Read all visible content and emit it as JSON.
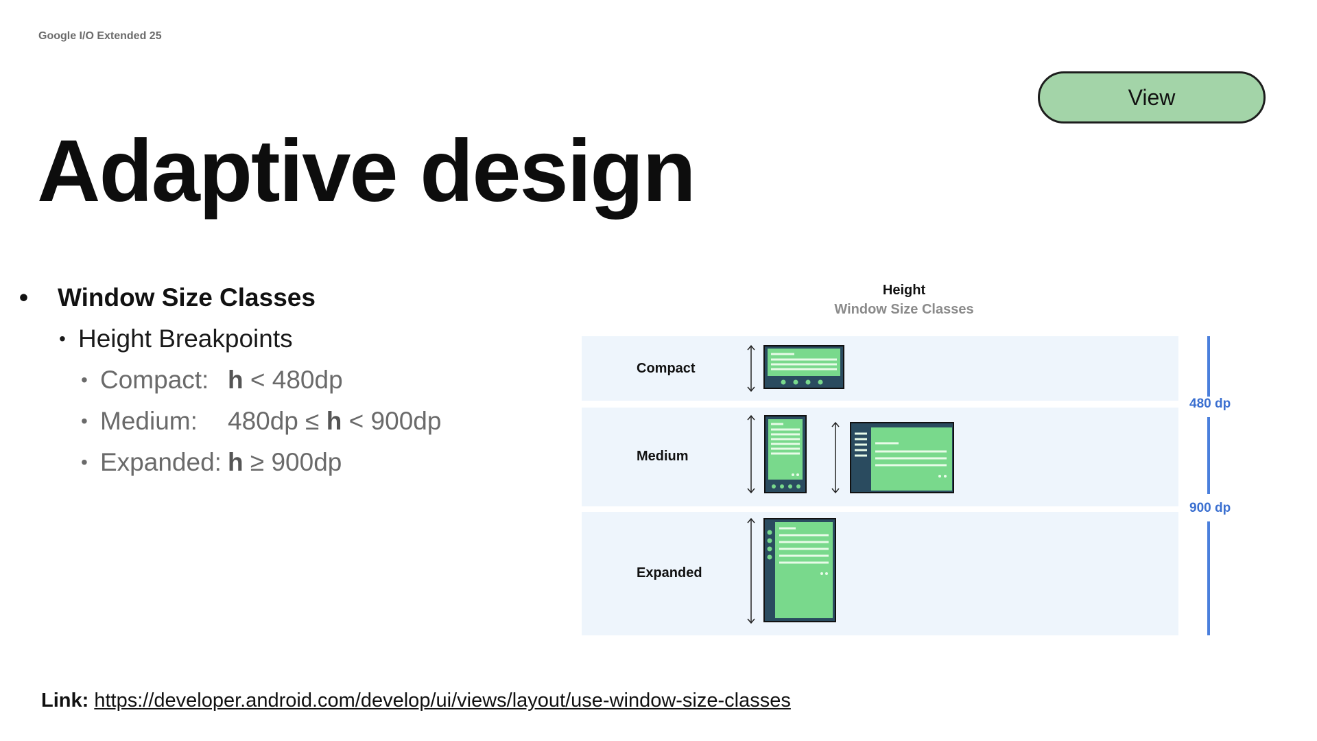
{
  "slide": {
    "event": "Google I/O Extended 25",
    "title": "Adaptive design",
    "view_button": "View"
  },
  "bullets": {
    "level1": "Window Size Classes",
    "level2": "Height Breakpoints",
    "items": [
      {
        "label": "Compact:",
        "pre": "",
        "h": "h",
        "post": " < 480dp"
      },
      {
        "label": "Medium:",
        "pre": "480dp ≤ ",
        "h": "h",
        "post": " < 900dp"
      },
      {
        "label": "Expanded:",
        "pre": "",
        "h": "h",
        "post": " ≥ 900dp"
      }
    ]
  },
  "diagram": {
    "title": "Height",
    "subtitle": "Window Size Classes",
    "rows": [
      "Compact",
      "Medium",
      "Expanded"
    ],
    "breakpoints": [
      "480 dp",
      "900 dp"
    ],
    "colors": {
      "band": "#eef5fc",
      "device_frame": "#2a4b5f",
      "screen": "#79d98c",
      "scale": "#4a7fdc"
    }
  },
  "footer": {
    "link_label": "Link:",
    "link_url": "https://developer.android.com/develop/ui/views/layout/use-window-size-classes"
  }
}
